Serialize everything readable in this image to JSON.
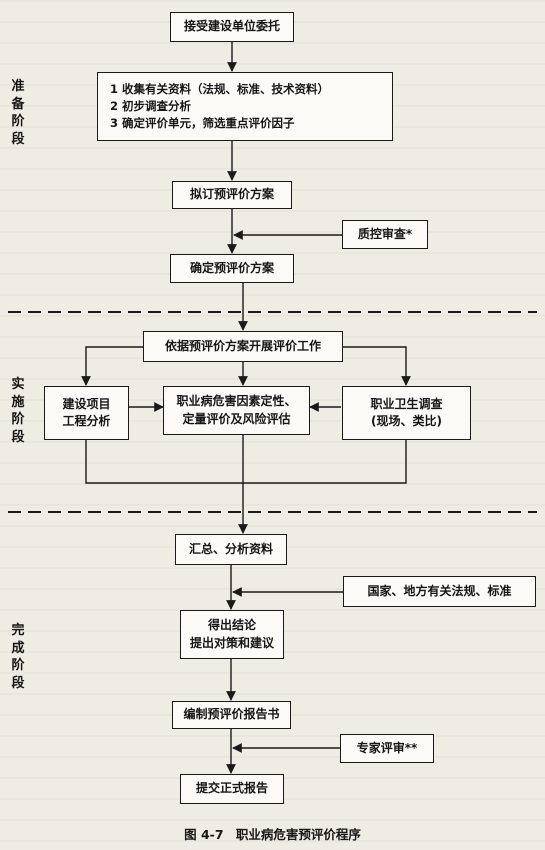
{
  "stages": {
    "prep": [
      "准",
      "备",
      "阶",
      "段"
    ],
    "impl": [
      "实",
      "施",
      "阶",
      "段"
    ],
    "done": [
      "完",
      "成",
      "阶",
      "段"
    ]
  },
  "nodes": {
    "accept": "接受建设单位委托",
    "collect": [
      "1 收集有关资料（法规、标准、技术资料）",
      "2 初步调查分析",
      "3 确定评价单元，筛选重点评价因子"
    ],
    "draft_plan": "拟订预评价方案",
    "qc_review": "质控审查*",
    "confirm_plan": "确定预评价方案",
    "execute": "依据预评价方案开展评价工作",
    "project_analysis": [
      "建设项目",
      "工程分析"
    ],
    "hazard_eval": [
      "职业病危害因素定性、",
      "定量评价及风险评估"
    ],
    "health_survey": [
      "职业卫生调查",
      "(现场、类比)"
    ],
    "summarize": "汇总、分析资料",
    "regulations": "国家、地方有关法规、标准",
    "conclusion": [
      "得出结论",
      "提出对策和建议"
    ],
    "compile_report": "编制预评价报告书",
    "expert_review": "专家评审**",
    "submit_report": "提交正式报告"
  },
  "caption": {
    "number": "图 4-7",
    "title": "职业病危害预评价程序"
  }
}
